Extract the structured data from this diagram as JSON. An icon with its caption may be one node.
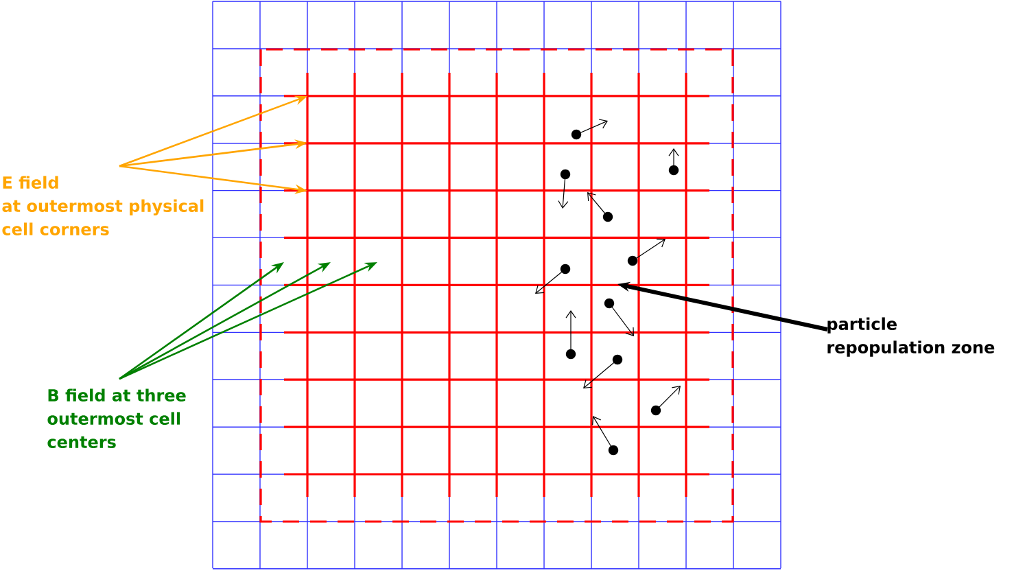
{
  "diagram": {
    "nodes": [
      {
        "text": [
          "E field at outermost physical cell corners"
        ]
      },
      {
        "text": [
          "B field at three outermost cell centers"
        ]
      },
      {
        "text": [
          "particle repopulation zone"
        ]
      }
    ],
    "edges": [
      {
        "from": 0,
        "to": null,
        "arrow": "to",
        "color": "#ffa500"
      },
      {
        "from": 0,
        "to": null,
        "arrow": "to",
        "color": "#ffa500"
      },
      {
        "from": 0,
        "to": null,
        "arrow": "to",
        "color": "#ffa500"
      },
      {
        "from": 1,
        "to": null,
        "arrow": "to",
        "color": "#008000"
      },
      {
        "from": 1,
        "to": null,
        "arrow": "to",
        "color": "#008000"
      },
      {
        "from": 1,
        "to": null,
        "arrow": "to",
        "color": "#008000"
      },
      {
        "from": 2,
        "to": null,
        "arrow": "to",
        "style": "thick",
        "color": "#000000"
      }
    ]
  }
}
